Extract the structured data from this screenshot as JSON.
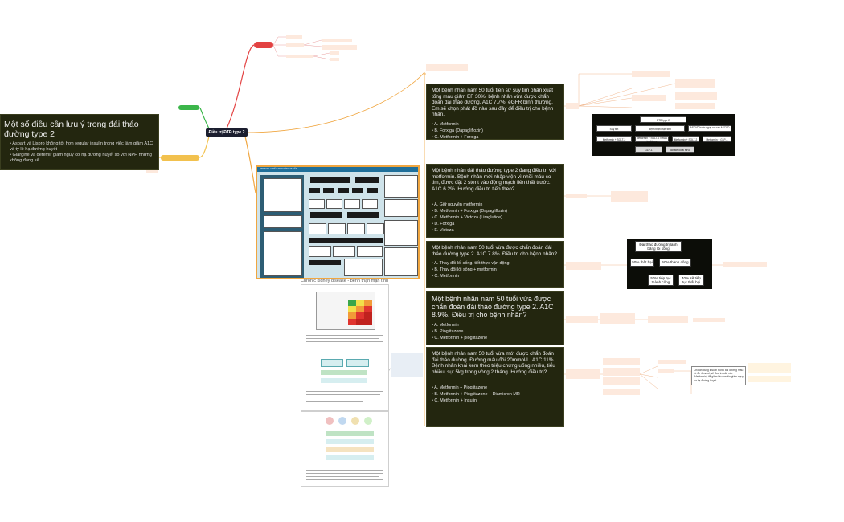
{
  "central_topic": "Điều trị ĐTĐ type 2",
  "left_note": {
    "title": "Một số điều cần lưu ý trong đái tháo đường type 2",
    "items": [
      "Aspart và Lispro không tốt hơn regular insulin trong việc làm giảm A1C và tỷ lệ hạ đường huyết",
      "Glargine và detemir giảm nguy cơ hạ đường huyết so với NPH nhưng không đáng kể"
    ]
  },
  "ckd_title": "Chronic kidney disease - bệnh thận mạn tính",
  "cases": [
    {
      "question": "Một bệnh nhân nam 50 tuổi tiền sử suy tim phân xuất tống máu giảm EF 30%. bệnh nhân vừa được chẩn đoán đái tháo đường. A1C 7.7%. eGFR bình thường. Em sẽ chọn phát đồ nào sau đây để điều trị cho bệnh nhân.",
      "options": [
        "A. Metformin",
        "B. Forxiga (Dapagliflozin)",
        "C. Metformin + Forxiga"
      ]
    },
    {
      "question": "Một bệnh nhân đái tháo đường type 2 đang điều trị với metformin. Bệnh nhân mới nhập viện vì nhồi máu cơ tim, được đặt 2 stent vào động mạch liên thất trước. A1C 6.2%. Hướng điều trị tiếp theo?",
      "options": [
        "A. Giữ nguyên metformin",
        "B. Metformin + Forxiga (Dapagliflozin)",
        "C. Metformin + Victoza (Liraglutide)",
        "D. Forxiga",
        "E. Victoza"
      ]
    },
    {
      "question": "Một bệnh nhân nam 50 tuổi vừa được chẩn đoán đái tháo đường type 2. A1C 7.8%. Điều trị cho bệnh nhân?",
      "options": [
        "A. Thay đổi lối sống, tiết thực vận động",
        "B. Thay đổi lối sống + metformin",
        "C. Metformin"
      ]
    },
    {
      "question": "Một bệnh nhân nam 50 tuổi vừa được chẩn đoán đái tháo đường type 2. A1C 8.9%. Điều trị cho bệnh nhân?",
      "options": [
        "A. Metformin",
        "B. Pioglitazone",
        "C. Metformin + pioglitazone"
      ]
    },
    {
      "question": "Một bệnh nhân nam 50 tuổi vừa mới được chẩn đoán đái tháo đường. Đường máu đói 20mmol/L. A1C 11%. Bệnh nhân khai kém theo triệu chứng uống nhiều, tiểu nhiều, sụt 5kg trong vòng 2 tháng. Hướng điều trị?",
      "options": [
        "A. Metformin + Pioglitazone",
        "B. Metformin + Pioglitazone + Diamicron MR",
        "C. Metformin + Insulin"
      ]
    }
  ],
  "flowchart": {
    "top": "ĐTĐ type 2",
    "row1": [
      "Suy tim",
      "Bệnh thận mạn tính",
      "ASCVD hoặc nguy cơ cao ASCVD"
    ],
    "row2": [
      "Metformin + SGLT-2",
      "Metformin + SGLT-2 ± RAS inhibitors",
      "Metformin + SGLT-2",
      "Metformin + GLP-1"
    ],
    "row3": [
      "GLP-1",
      "Nonsteroidal MRA"
    ]
  },
  "ladder": {
    "top": "Đái tháo đường trị lành bằng lối sống",
    "mid_left": "50% thất bại",
    "mid_right": "50% thành công",
    "low_left": "50% tiếp tục thành công",
    "low_right": "40% sẽ tiếp tục thất bại"
  },
  "insulin_note": "Cho ăn dùng insulin trước khi đường máu về ổn 4 mmol, sẽ đưa insulin vào (Metformin) để giảm liều insulin giảm nguy cơ hạ đường huyết",
  "poster_title": "ĐTĐ TYPE 2: ĐIỀU TRỊ ĐƯỜNG HUYẾT"
}
